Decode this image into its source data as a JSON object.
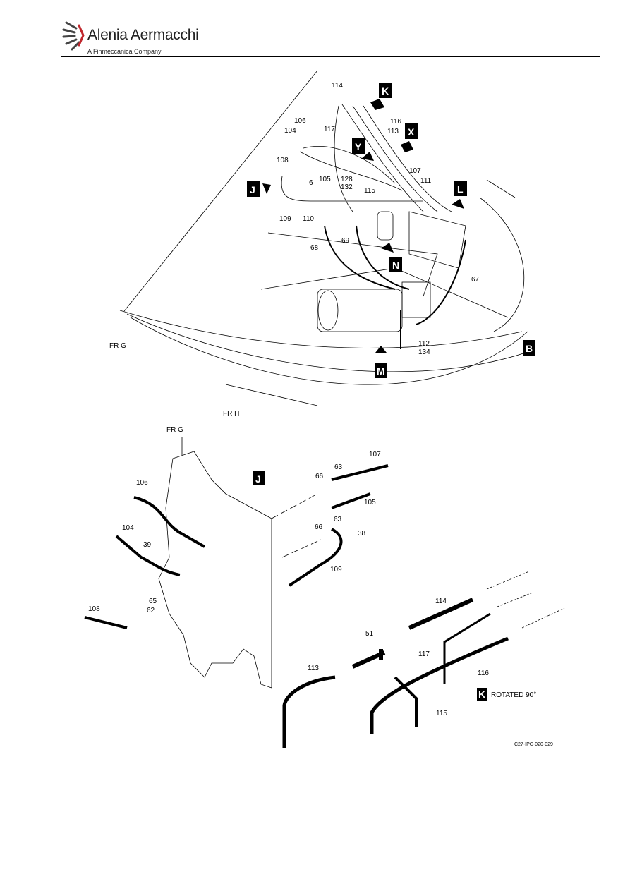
{
  "header": {
    "brand": "Alenia Aermacchi",
    "tagline": "A Finmeccanica Company"
  },
  "view_letters": [
    "K",
    "X",
    "Y",
    "J",
    "L",
    "N",
    "M",
    "B"
  ],
  "top_labels": {
    "p114": "114",
    "p106": "106",
    "p104": "104",
    "p117": "117",
    "p116": "116",
    "p113": "113",
    "p108": "108",
    "p107": "107",
    "p105": "105",
    "p128": "128",
    "p132": "132",
    "p111": "111",
    "p6": "6",
    "p115": "115",
    "p109": "109",
    "p110": "110",
    "p68": "68",
    "p69": "69",
    "p67": "67",
    "p112": "112",
    "p134": "134",
    "frg": "FR G",
    "frh": "FR H"
  },
  "detail_j": {
    "frame": "FR G",
    "letter": "J",
    "p106": "106",
    "p104": "104",
    "p39": "39",
    "p108": "108",
    "p62": "62",
    "p65": "65",
    "p66a": "66",
    "p63a": "63",
    "p107": "107",
    "p105": "105",
    "p63b": "63",
    "p66b": "66",
    "p38": "38",
    "p109": "109"
  },
  "detail_k": {
    "letter": "K",
    "caption": "ROTATED 90°",
    "p114": "114",
    "p51": "51",
    "p117": "117",
    "p116": "116",
    "p113": "113",
    "p115": "115"
  },
  "figure_id": "C27-IPC-020-029"
}
